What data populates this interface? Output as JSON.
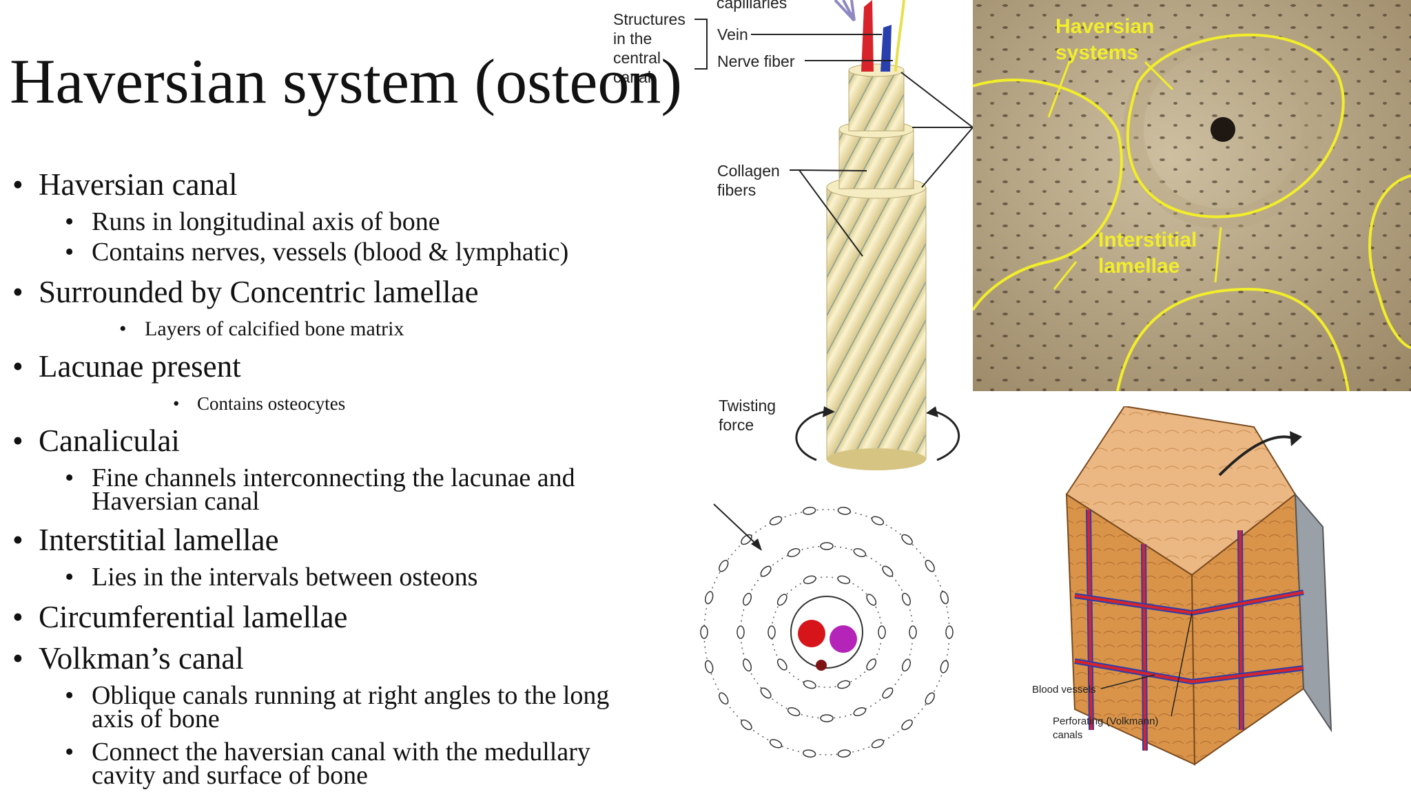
{
  "title": "Haversian system (osteon)",
  "bullets": {
    "haversian_canal": "Haversian canal",
    "runs_longitudinal": "Runs in longitudinal axis of bone",
    "contains_nerves": "Contains nerves, vessels (blood & lymphatic)",
    "surrounded": "Surrounded by Concentric lamellae",
    "layers": "Layers of calcified bone matrix",
    "lacunae": "Lacunae present",
    "osteocytes": "Contains osteocytes",
    "canaliculai": "Canaliculai",
    "fine_channels_1": "Fine channels interconnecting the lacunae and",
    "fine_channels_2": "Haversian canal",
    "interstitial": "Interstitial lamellae",
    "lies_between": "Lies in the intervals between osteons",
    "circumferential": "Circumferential lamellae",
    "volkman": "Volkman’s canal",
    "oblique_1": "Oblique canals running at right angles to the long",
    "oblique_2": "axis of bone",
    "connect_1": "Connect the haversian canal with the medullary",
    "connect_2": "cavity and surface of bone"
  },
  "osteon_diagram": {
    "capillaries": "capillaries",
    "structures_1": "Structures",
    "structures_2": "in the",
    "structures_3": "central",
    "structures_4": "canal",
    "vein": "Vein",
    "nerve_fiber": "Nerve fiber",
    "collagen_1": "Collagen",
    "collagen_2": "fibers",
    "twisting_1": "Twisting",
    "twisting_2": "force"
  },
  "micrograph": {
    "haversian_1": "Haversian",
    "haversian_2": "systems",
    "interstitial_1": "Interstitial",
    "interstitial_2": "lamellae"
  },
  "bone_block": {
    "blood_vessels": "Blood vessels",
    "perforating_1": "Perforating (Volkmann)",
    "perforating_2": "canals"
  },
  "colors": {
    "text": "#111111",
    "annotation_yellow": "#f2ee2a",
    "artery_red": "#d8232a",
    "vein_blue": "#2a3fae",
    "bone_orange": "#d9944a"
  }
}
